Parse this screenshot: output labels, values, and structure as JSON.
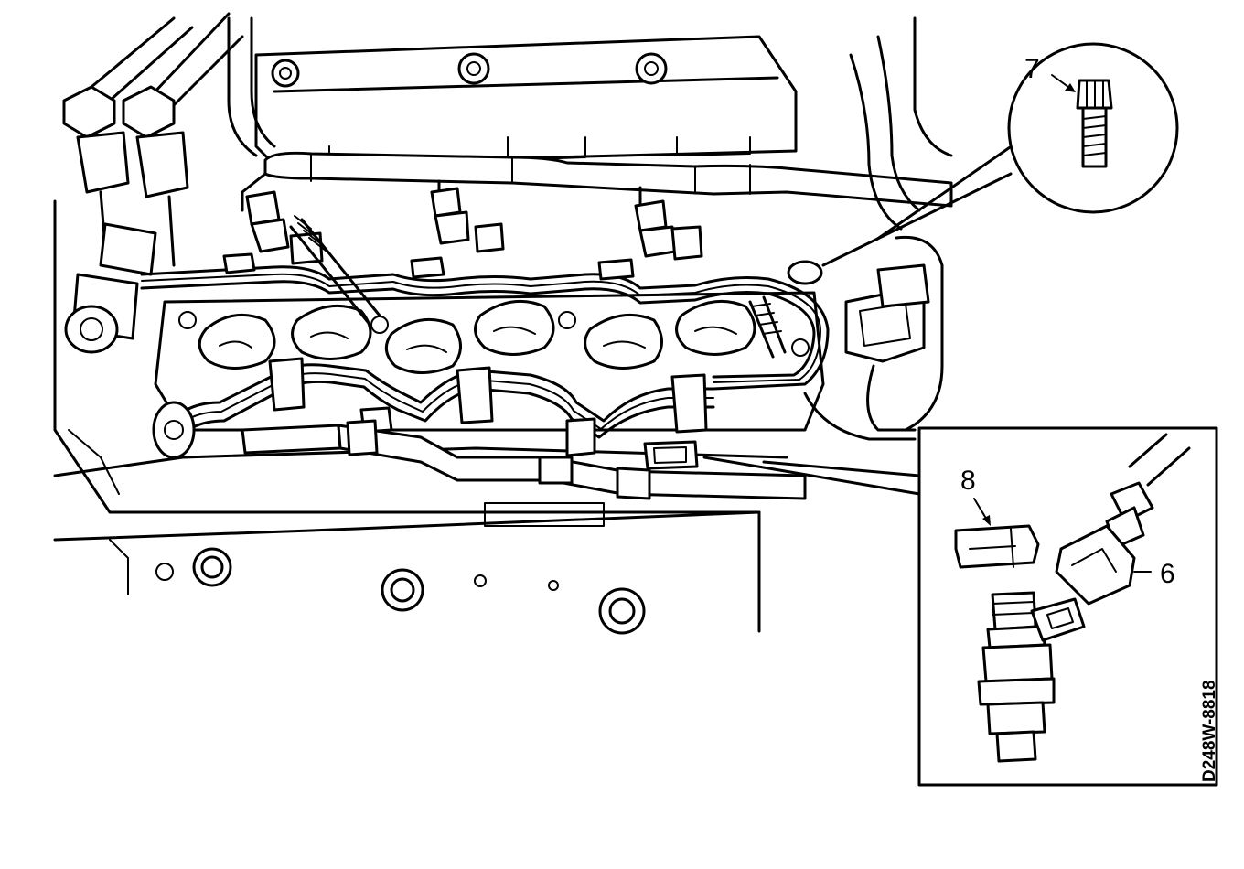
{
  "callouts": {
    "bolt": "7",
    "clip": "8",
    "connector": "6"
  },
  "reference_code": "D248W-8818"
}
